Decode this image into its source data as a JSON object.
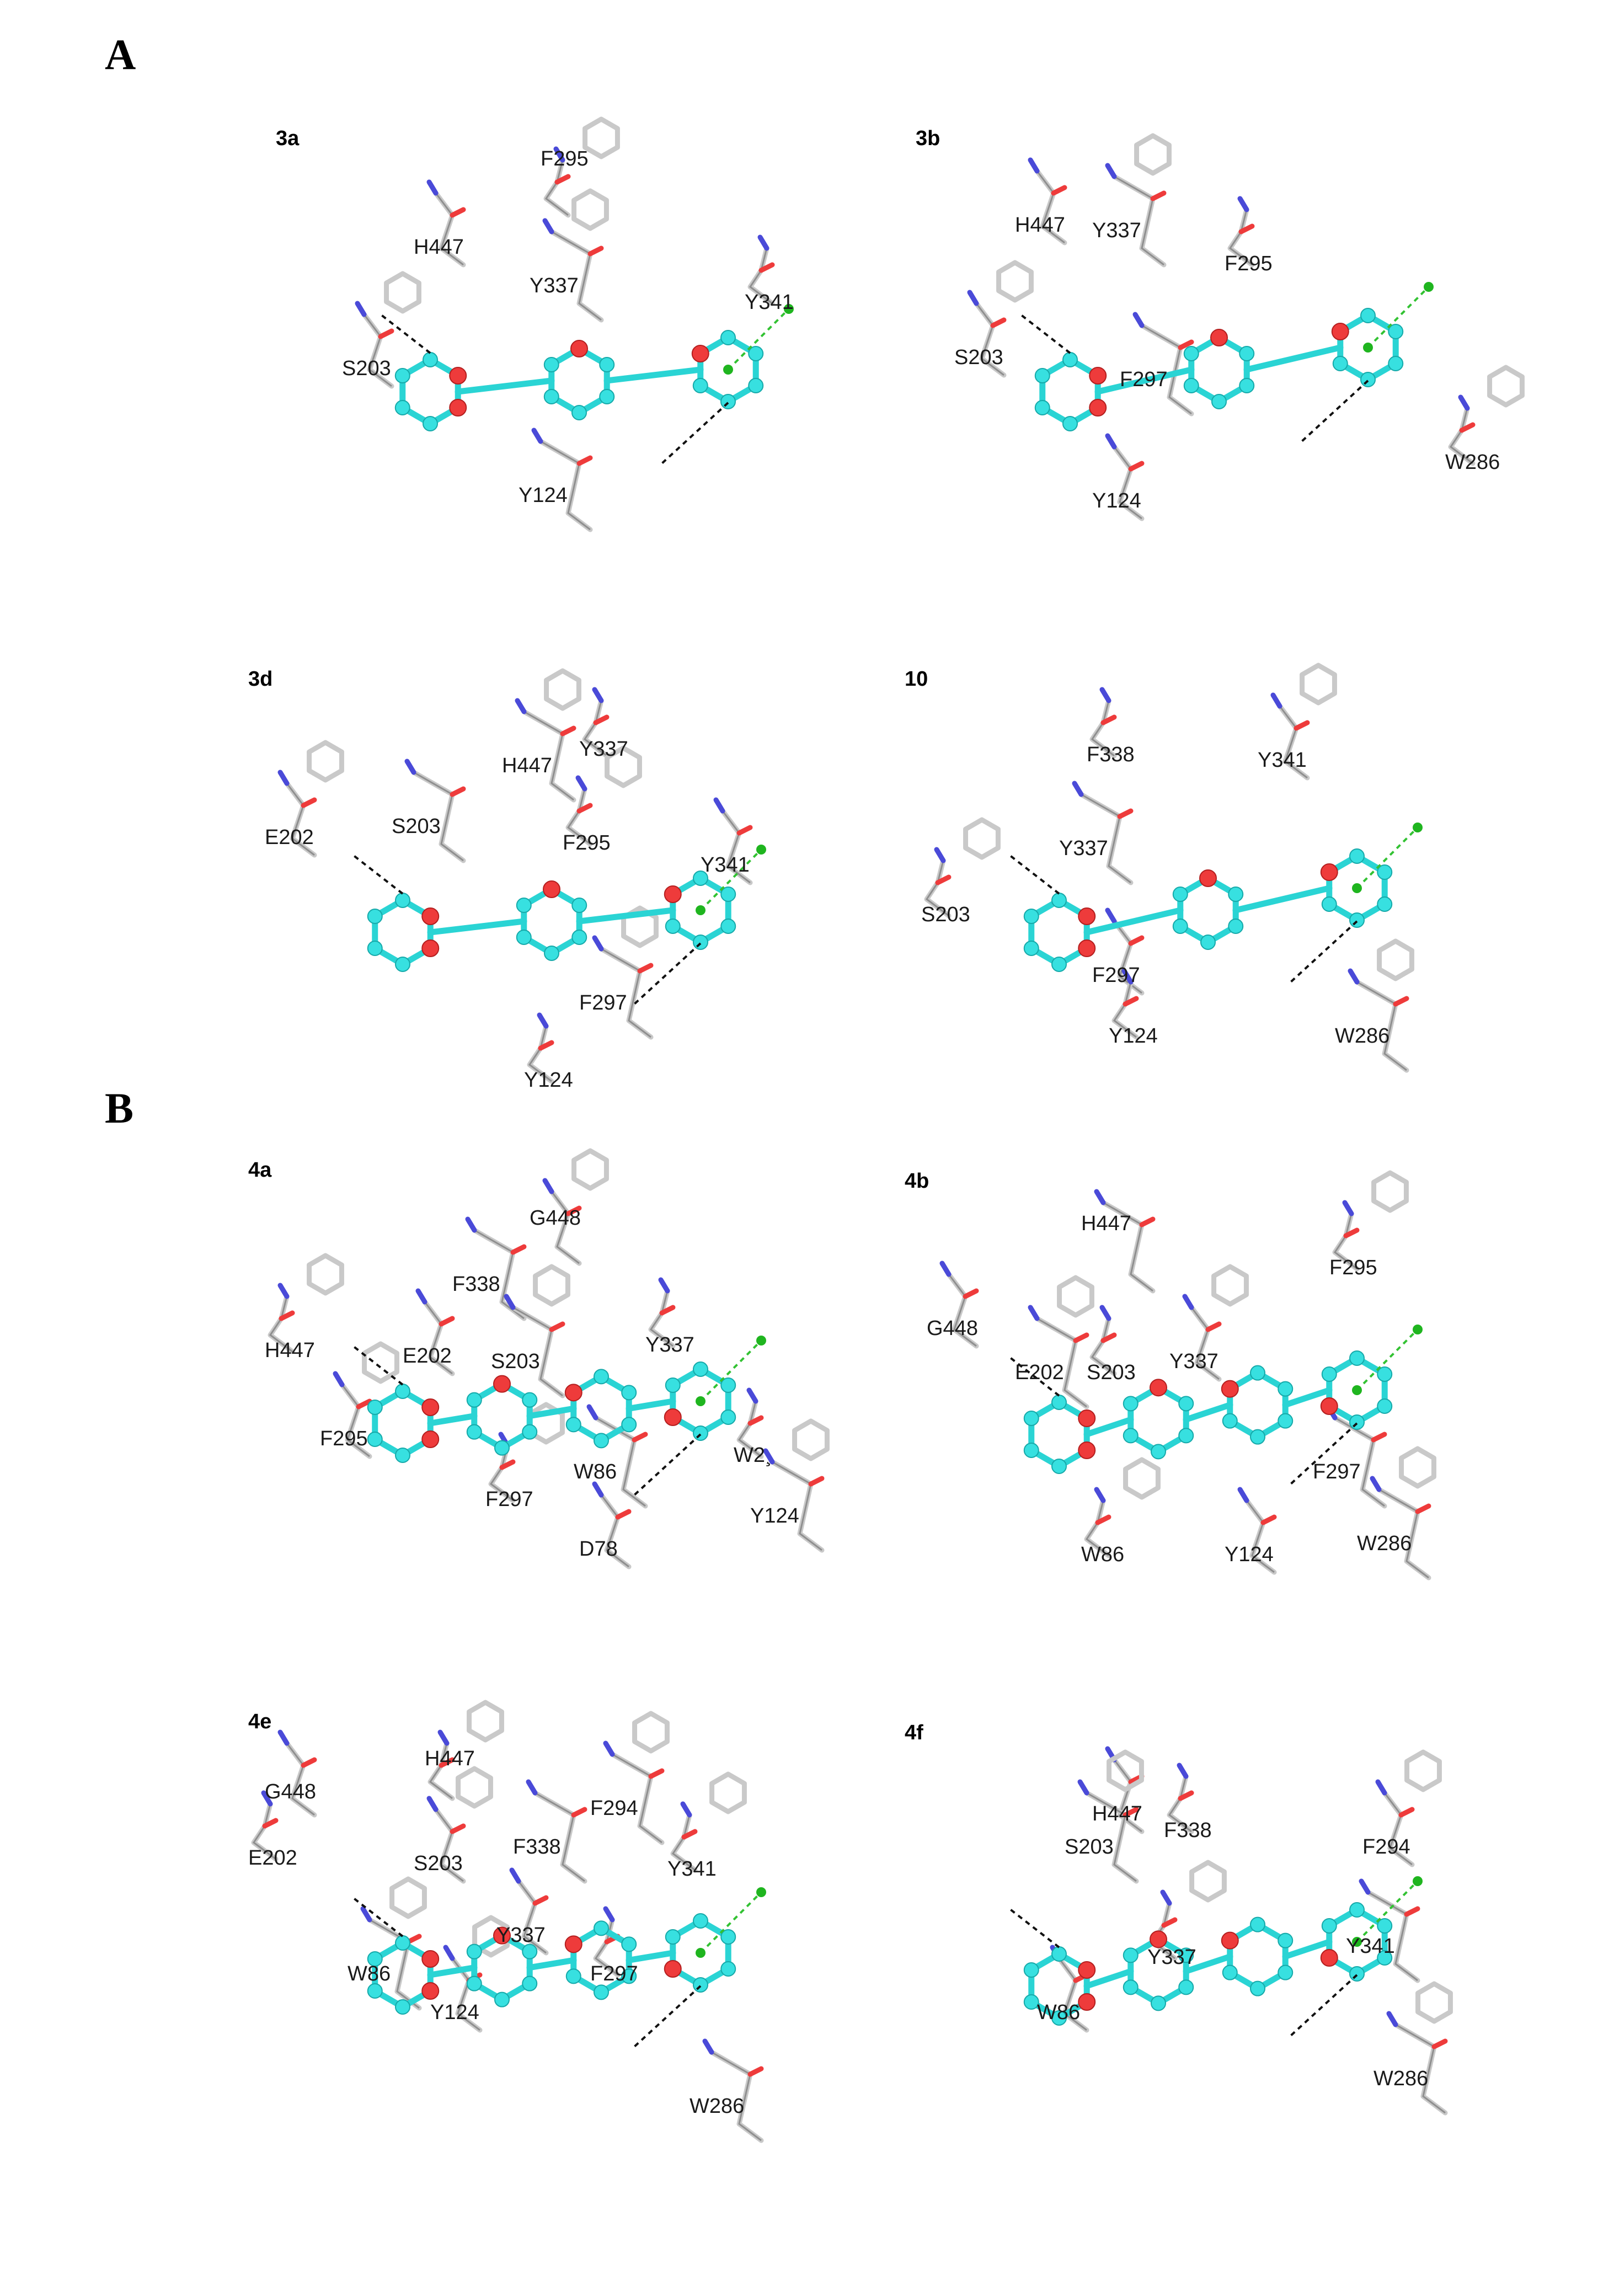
{
  "sections": [
    {
      "label": "A",
      "panels": [
        {
          "id": "3a",
          "residues": [
            "F295",
            "H447",
            "Y337",
            "Y341",
            "S203",
            "Y124"
          ]
        },
        {
          "id": "3b",
          "residues": [
            "H447",
            "Y337",
            "F295",
            "S203",
            "F297",
            "W286",
            "Y124"
          ]
        },
        {
          "id": "3d",
          "residues": [
            "H447",
            "Y337",
            "E202",
            "S203",
            "F295",
            "Y341",
            "F297",
            "Y124"
          ]
        },
        {
          "id": "10",
          "residues": [
            "F338",
            "Y341",
            "Y337",
            "S203",
            "F297",
            "W286",
            "Y124"
          ]
        }
      ]
    },
    {
      "label": "B",
      "panels": [
        {
          "id": "4a",
          "residues": [
            "G448",
            "F338",
            "H447",
            "E202",
            "S203",
            "Y337",
            "F295",
            "W86",
            "F297",
            "D78",
            "Y124",
            "W2¸"
          ]
        },
        {
          "id": "4b",
          "residues": [
            "H447",
            "F295",
            "G448",
            "E202",
            "S203",
            "Y337",
            "F297",
            "W86",
            "Y124",
            "W286"
          ]
        },
        {
          "id": "4e",
          "residues": [
            "H447",
            "G448",
            "F294",
            "E202",
            "S203",
            "F338",
            "Y341",
            "Y337",
            "W86",
            "F297",
            "Y124",
            "W286"
          ]
        },
        {
          "id": "4f",
          "residues": [
            "H447",
            "S203",
            "F338",
            "F294",
            "Y341",
            "Y337",
            "W86",
            "W286"
          ]
        }
      ]
    }
  ],
  "colors": {
    "ligand_carbon": "#37e0e0",
    "oxygen": "#ee3b3b",
    "nitrogen": "#4a4ad8",
    "protein_carbon": "#c9c9c9",
    "hbond": "#111111",
    "pi_interaction": "#33c233"
  }
}
